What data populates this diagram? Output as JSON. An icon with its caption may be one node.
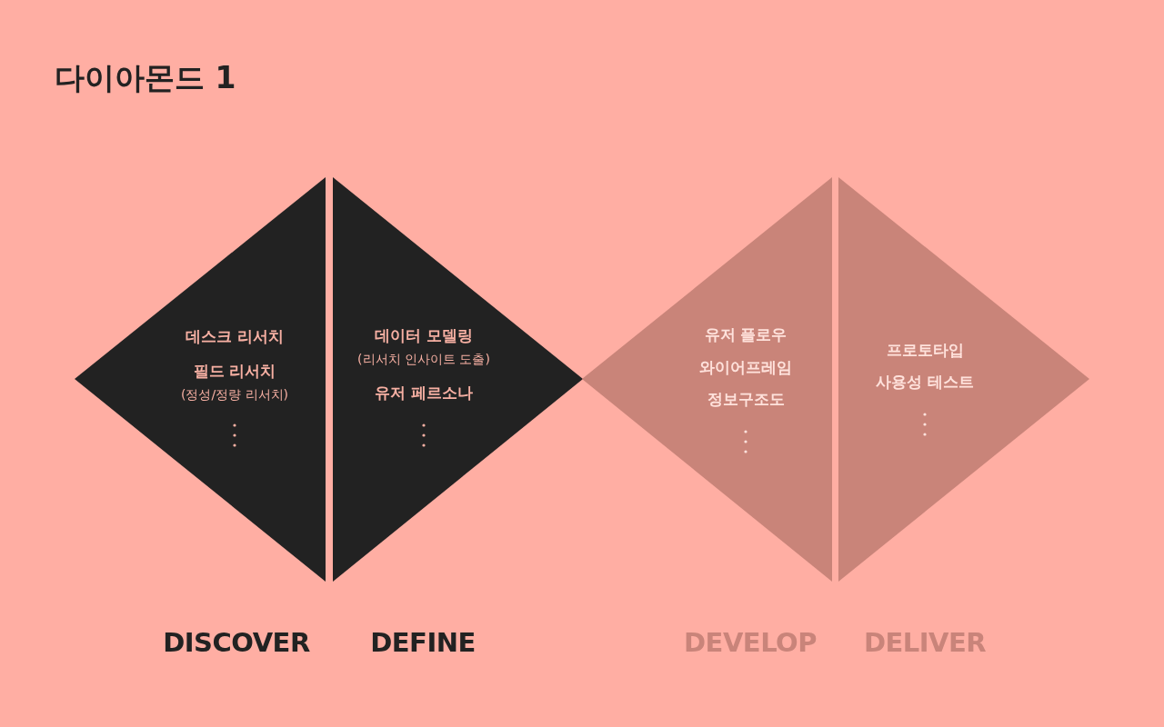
{
  "diagram": {
    "title": "다이아몬드 1",
    "nodes": [
      {
        "text": [
          "데스크 리서치",
          "필드 리서치",
          "(정성/정량 리서치)"
        ],
        "beside": [
          "DISCOVER"
        ]
      },
      {
        "text": [
          "데이터 모델링",
          "(리서치 인사이트 도출)",
          "유저 페르소나"
        ],
        "beside": [
          "DEFINE"
        ]
      },
      {
        "text": [
          "유저 플로우",
          "와이어프레임",
          "정보구조도"
        ],
        "beside": [
          "DEVELOP"
        ]
      },
      {
        "text": [
          "프로토타입",
          "사용성 테스트"
        ],
        "beside": [
          "DELIVER"
        ]
      }
    ],
    "edges": []
  }
}
